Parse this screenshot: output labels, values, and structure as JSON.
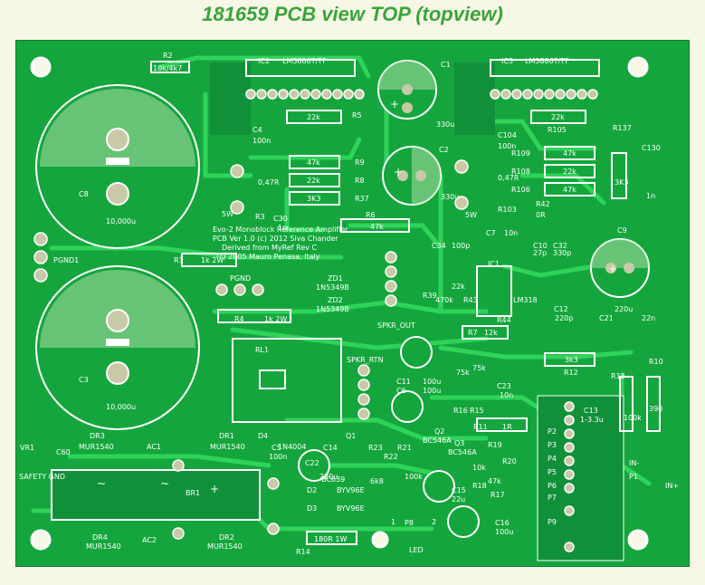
{
  "title": "181659 PCB view TOP (topview)",
  "colors": {
    "board": "#14a63c",
    "copper": "#2fd35a",
    "silk": "#ffffff",
    "pad": "#c9c9a8",
    "background": "#f7f7e6",
    "title": "#3aa43a"
  },
  "credits": [
    "Evo-2 Monoblock Reference Amplifier",
    "PCB Ver 1.0 (c) 2012 Siva Chander",
    "Derived from MyRef Rev C",
    "(c) 2005 Mauro Penasa, Italy"
  ],
  "labels": {
    "r2": "R2",
    "r2v": "10k/4k7",
    "ic2": "IC2",
    "ic2v": "LM3886T/TF",
    "ic3": "IC3",
    "ic3v": "LM3886T/TF",
    "c1": "C1",
    "c1v": "330u",
    "c2": "C2",
    "c2v": "330u",
    "c8": "C8",
    "c8v": "10,000u",
    "c3": "C3",
    "c3v": "10,000u",
    "c4": "C4",
    "c4v": "100n",
    "c104": "C104",
    "c104v": "100n",
    "r5": "R5",
    "r5v": "22k",
    "r105": "R105",
    "r105v": "22k",
    "r9": "R9",
    "r9v": "47k",
    "r8": "R8",
    "r8v": "22k",
    "r37": "R37",
    "r37v": "3K3",
    "r3": "R3",
    "r3v": "0,47R",
    "r3w": "5W",
    "r103": "R103",
    "r103v": "0,47R",
    "r103w": "5W",
    "c30": "C30",
    "c30v": "1n",
    "r6": "R6",
    "r6v": "47k",
    "r109": "R109",
    "r109v": "47k",
    "r108": "R108",
    "r108v": "22k",
    "r106": "R106",
    "r106v": "47k",
    "r42": "R42",
    "r42v": "0R",
    "r137": "R137",
    "r137v": "3K3",
    "c130": "C130",
    "c130v": "1n",
    "pgnd1": "PGND1",
    "r1": "R1",
    "r1v": "1k 2W",
    "pgnd": "PGND",
    "zd1": "ZD1",
    "zd1v": "1N5349B",
    "zd2": "ZD2",
    "zd2v": "1N5349B",
    "r4": "R4",
    "r4v": "1k 2W",
    "spkrout": "SPKR_OUT",
    "c34": "C34",
    "c34v": "100p",
    "c7": "C7",
    "c7v": "10n",
    "ic1": "IC1",
    "ic1v": "LM318",
    "r39": "R39",
    "r39v": "470k",
    "r43": "R43",
    "r43v": "22k",
    "r44": "R44",
    "c10": "C10",
    "c10v": "27p",
    "c32": "C32",
    "c32v": "330p",
    "c9": "C9",
    "c9v": "220u",
    "c12": "C12",
    "c12v": "220p",
    "c21": "C21",
    "c21v": "22n",
    "r7": "R7",
    "r7v": "12k",
    "r12": "R12",
    "r12v": "3k3",
    "rl1": "RL1",
    "spkrrtn": "SPKR_RTN",
    "c11": "C11",
    "c11v": "100u",
    "c6": "C6",
    "c6v": "100u",
    "r16": "R16",
    "r16v": "75k",
    "r15": "R15",
    "r15v": "75k",
    "c23": "C23",
    "c23v": "10n",
    "r13": "R13",
    "r13v": "100k",
    "r10": "R10",
    "r10v": "390",
    "c13": "C13",
    "c13v": "1-3.3u",
    "r11": "R11",
    "r11v": "1R",
    "q2": "Q2",
    "q2v": "BC546A",
    "d4": "D4",
    "d4v": "1N4004",
    "c5": "C5",
    "c5v": "100n",
    "c14": "C14",
    "q1": "Q1",
    "q1v": "BC639",
    "r23": "R23",
    "r21": "R21",
    "q3": "Q3",
    "q3v": "BC546A",
    "r19": "R19",
    "r20": "R20",
    "c22": "C22",
    "c22v": "220u",
    "r22": "R22",
    "r22v": "100k",
    "r18": "R18",
    "r18v": "10k",
    "r17": "R17",
    "r17v": "47k",
    "d2a": "D2",
    "d2av": "BYV96E",
    "d3": "D3",
    "d3v": "BYV96E",
    "r14": "R14",
    "r14v": "180R 1W",
    "r6k8": "6k8",
    "c15": "C15",
    "c15v": "22u",
    "c16": "C16",
    "c16v": "100u",
    "led": "LED",
    "p8": "P8",
    "p8a": "1",
    "p8b": "2",
    "vr1": "VR1",
    "c60": "C60",
    "safetygnd": "SAFETY GND",
    "dr3": "DR3",
    "dr3v": "MUR1540",
    "ac1": "AC1",
    "dr1": "DR1",
    "dr1v": "MUR1540",
    "br1": "BR1",
    "dr4": "DR4",
    "dr4v": "MUR1540",
    "ac2": "AC2",
    "dr2": "DR2",
    "dr2v": "MUR1540",
    "p2": "P2",
    "p3": "P3",
    "p4": "P4",
    "p5": "P5",
    "p6": "P6",
    "p7": "P7",
    "p9": "P9",
    "p1": "P1",
    "inplus": "IN+",
    "inminus": "IN-",
    "plus": "+",
    "tilde": "~"
  }
}
